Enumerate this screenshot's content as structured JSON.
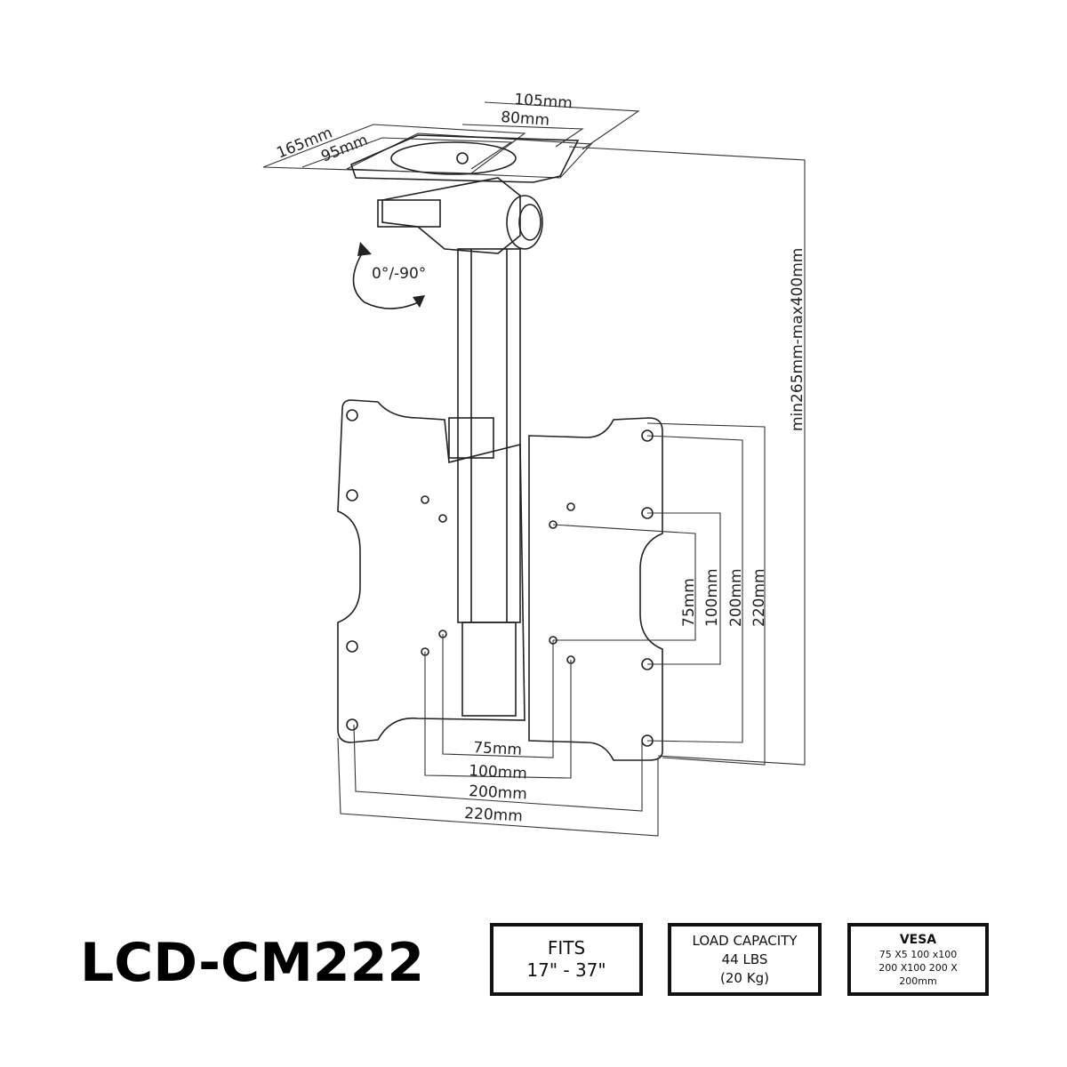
{
  "diagram": {
    "ceiling_plate": {
      "outer_width": "105mm",
      "inner_width": "80mm",
      "outer_depth": "165mm",
      "inner_depth": "95mm"
    },
    "tilt_label": "0°/-90°",
    "height_range": "min265mm-max400mm",
    "vertical_dims": [
      "75mm",
      "100mm",
      "200mm",
      "220mm"
    ],
    "horizontal_dims": [
      "75mm",
      "100mm",
      "200mm",
      "220mm"
    ]
  },
  "model": "LCD-CM222",
  "specs": {
    "fits": {
      "line1": "FITS",
      "line2": "17\" - 37\""
    },
    "load": {
      "line1": "LOAD CAPACITY",
      "line2": "44 LBS",
      "line3": "(20 Kg)"
    },
    "vesa": {
      "title": "VESA",
      "line1": "75 X5 100 x100",
      "line2": "200 X100 200 X",
      "line3": "200mm"
    }
  }
}
